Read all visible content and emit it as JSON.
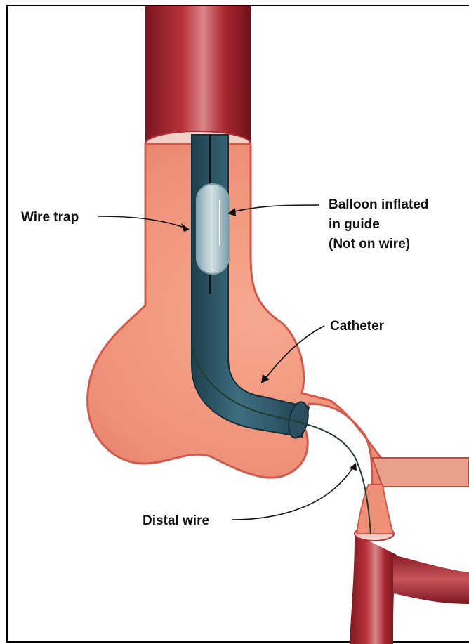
{
  "labels": {
    "wire_trap": "Wire trap",
    "balloon_line1": "Balloon inflated",
    "balloon_line2": "in guide",
    "balloon_line3": "(Not on wire)",
    "catheter": "Catheter",
    "distal_wire": "Distal wire"
  },
  "colors": {
    "vessel_wall": "#9c1f28",
    "vessel_lumen": "#ee8f78",
    "catheter": "#2f5a6b",
    "balloon": "#cfe3ea",
    "wire": "#1f3d2c",
    "label_text": "#111111"
  }
}
